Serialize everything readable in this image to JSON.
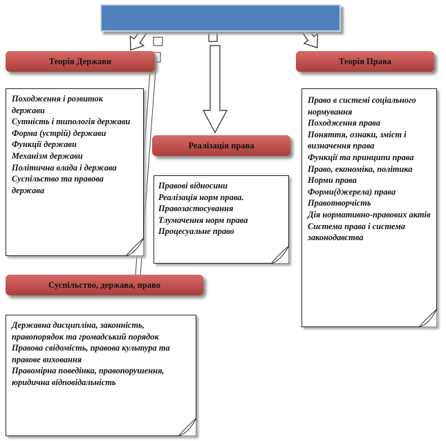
{
  "top_box": {
    "label": ""
  },
  "sections": {
    "state": {
      "title": "Теорія Держави",
      "items": [
        "Походження і розвиток держави",
        "Сутність і типологія держави",
        "Форма (устрій) держави",
        "Функції держави",
        "Механізм держави",
        "Політична влада і держава",
        "Суспільство та правова держава"
      ]
    },
    "implementation": {
      "title": "Реалізація права",
      "items": [
        "Правові відносини",
        "Реалізація норм права.",
        "Правозастосування",
        "Тлумачення норм права",
        "Процесуальне право"
      ]
    },
    "law": {
      "title": "Теорія Права",
      "items": [
        "Право в системі соціального нормування",
        "Походження права",
        "Поняття, ознаки, зміст і визначення права",
        "Функції та принципи права",
        "Право, економіка, політика",
        "Норми права",
        "Форми(джерела) права",
        "Правотворчість",
        "Дія нормативно-правових актів",
        "Система права і система законодавства"
      ]
    },
    "society": {
      "title": "Суспільство, держава, право",
      "items": [
        "Державна дисципліна, законність, правопорядок та громадський порядок",
        "Правова свідомість, правова культура та правове виховання",
        "Правомірна поведінка, правопорушення, юридична відповідальність"
      ]
    }
  },
  "colors": {
    "top_box": "#4f81bd",
    "header": "#c0504d",
    "arrow_fill": "#ffffff",
    "stroke": "#222222"
  }
}
